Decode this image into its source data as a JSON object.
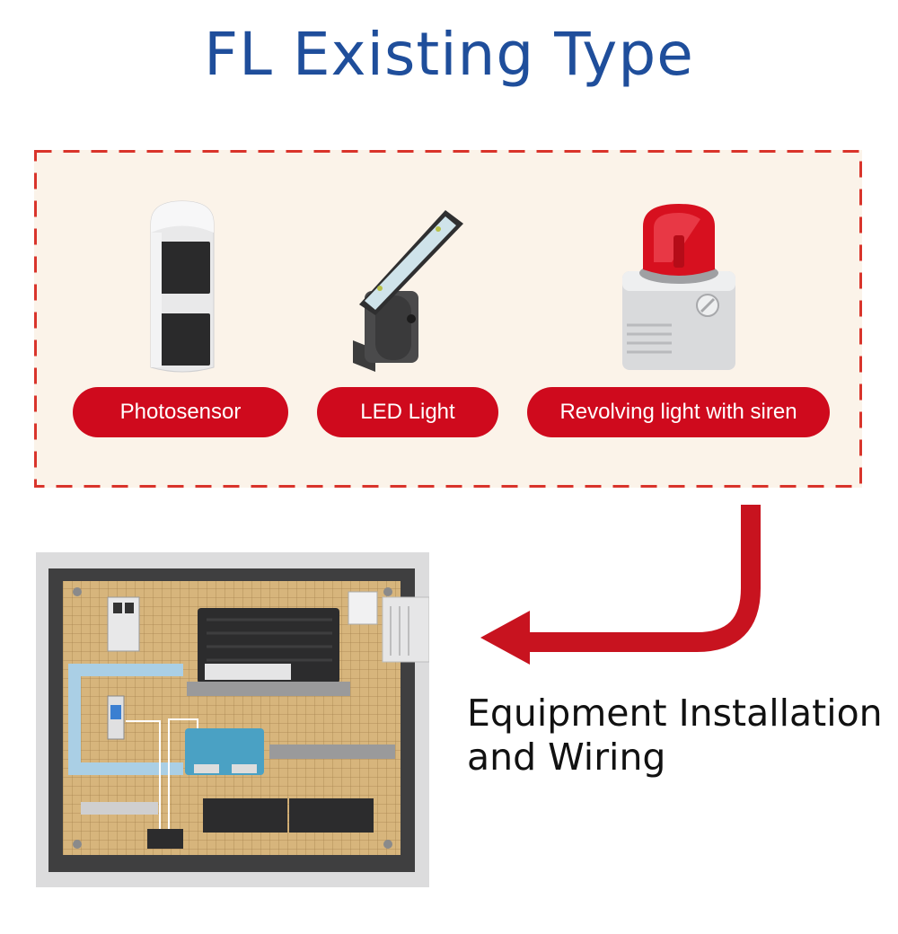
{
  "title": "FL Existing Type",
  "devices": {
    "items": [
      {
        "label": "Photosensor",
        "icon": "photosensor-icon"
      },
      {
        "label": "LED Light",
        "icon": "led-light-icon"
      },
      {
        "label": "Revolving light with siren",
        "icon": "revolving-light-icon"
      }
    ]
  },
  "caption": {
    "line1": "Equipment Installation",
    "line2": "and Wiring"
  },
  "colors": {
    "title": "#1f4e9b",
    "pill": "#cf0a1d",
    "dashed_border": "#d9342b",
    "arrow": "#c8131f",
    "box_fill": "#fbf3e9"
  }
}
